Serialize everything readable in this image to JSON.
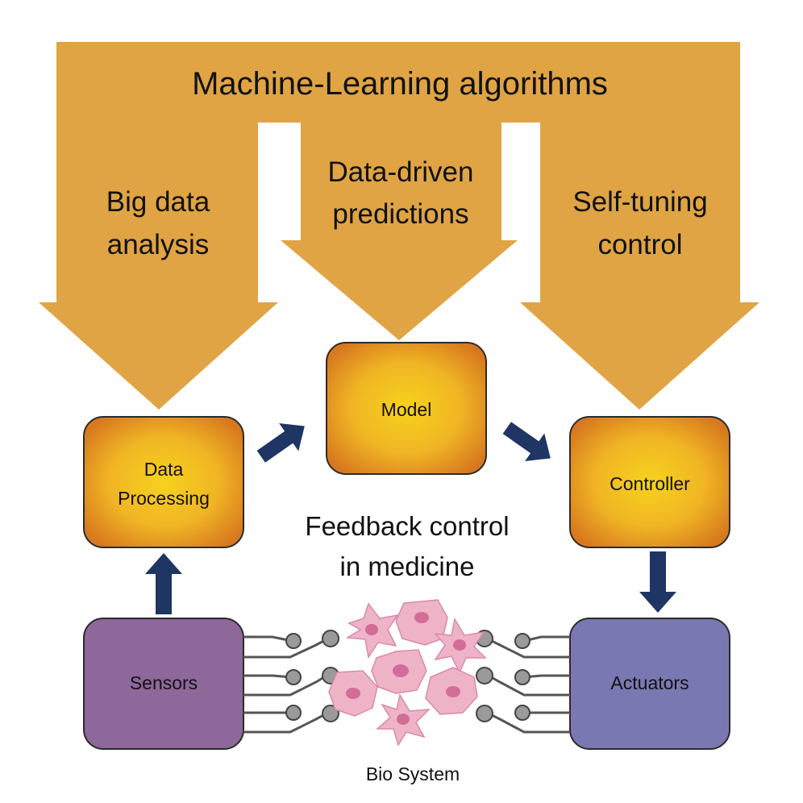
{
  "title": "Machine-Learning algorithms",
  "branches": {
    "left": [
      "Big data",
      "analysis"
    ],
    "middle": [
      "Data-driven",
      "predictions"
    ],
    "right": [
      "Self-tuning",
      "control"
    ]
  },
  "boxes": {
    "data_processing": [
      "Data",
      "Processing"
    ],
    "model": "Model",
    "controller": "Controller",
    "sensors": "Sensors",
    "actuators": "Actuators"
  },
  "center_caption": [
    "Feedback control",
    "in medicine"
  ],
  "bio_label": "Bio System",
  "colors": {
    "ml_arrow": "#e0a444",
    "box_gradient_center": "#f7d21e",
    "box_gradient_edge": "#d7781f",
    "sensors_fill": "#8e679b",
    "actuators_fill": "#7a78b2",
    "flow_arrow": "#1f3563",
    "cell_fill": "#efb3c8",
    "cell_nucleus": "#d26d98",
    "pin": "#9a9a9a"
  }
}
